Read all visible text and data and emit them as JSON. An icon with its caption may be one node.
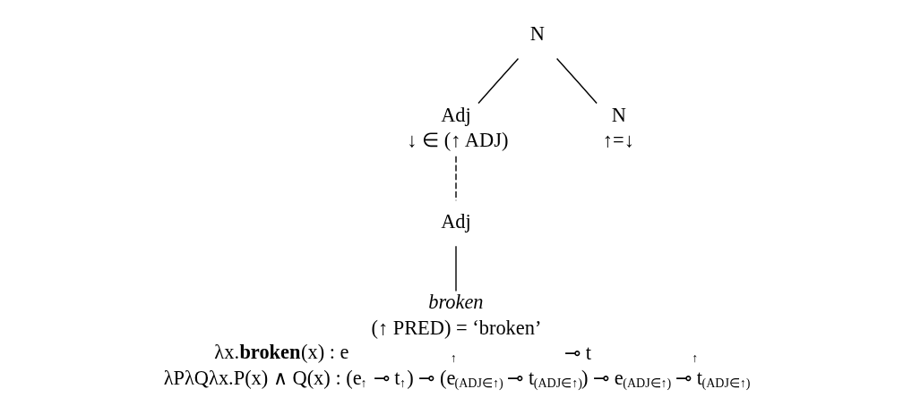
{
  "diagram": {
    "nodes": [
      {
        "text": [
          "N"
        ]
      },
      {
        "text": [
          "Adj",
          "↓ ∈ (↑ ADJ)"
        ]
      },
      {
        "text": [
          "N",
          "↑=↓"
        ]
      },
      {
        "text": [
          "Adj"
        ]
      },
      {
        "text": [
          "broken",
          "(↑ PRED) = ‘broken’",
          "λx.**broken**(x) : e$_{↑}$ ⊸ t$_{↑}$",
          "λPλQλx.P(x) ∧ Q(x) : (e$_{↑}$ ⊸ t$_{↑}$) ⊸ (e$_{(ADJ∈↑)}$ ⊸ t$_{(ADJ∈↑)}$) ⊸ e$_{(ADJ∈↑)}$ ⊸ t$_{(ADJ∈↑)}$"
        ]
      }
    ],
    "edges": [
      {
        "from": 0,
        "to": 1,
        "arrow": "none"
      },
      {
        "from": 0,
        "to": 2,
        "arrow": "none"
      },
      {
        "from": 1,
        "to": 3,
        "arrow": "none",
        "style": "dashed"
      },
      {
        "from": 3,
        "to": 4,
        "arrow": "none"
      }
    ]
  }
}
